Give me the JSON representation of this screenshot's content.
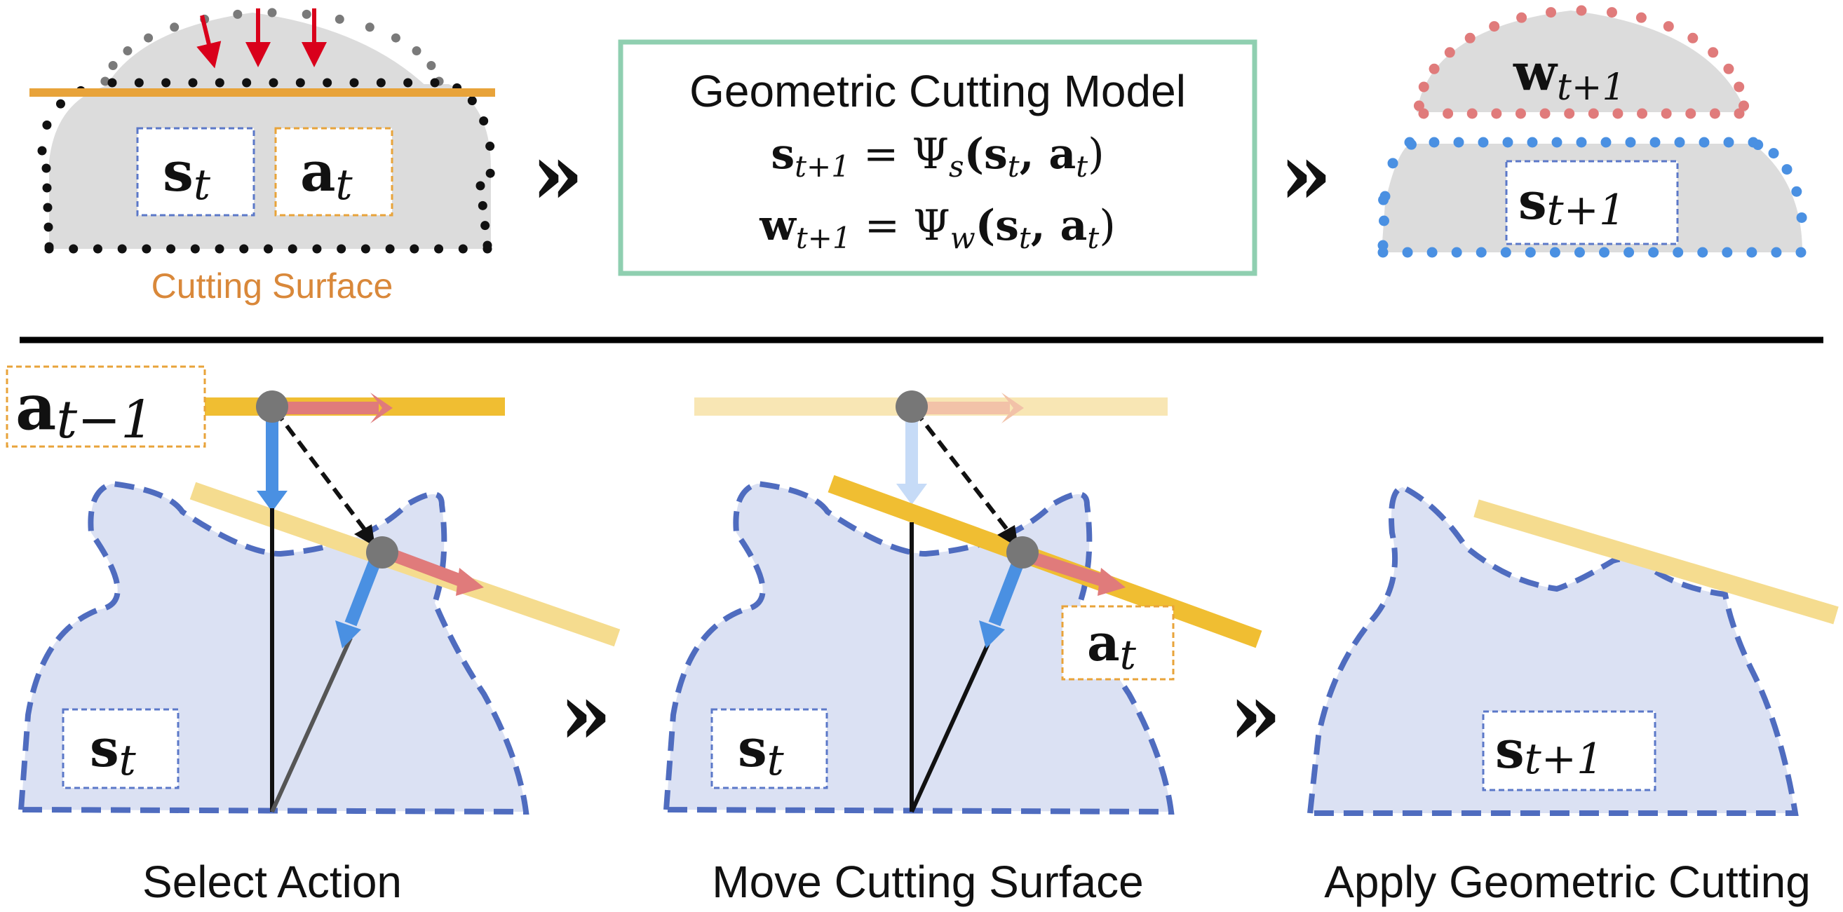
{
  "top": {
    "cutting_surface_label": "Cutting Surface",
    "model_box": {
      "title": "Geometric Cutting Model",
      "eq_s": "s",
      "eq_s_sub": "t+1",
      "eq_s_rhs": " = Ψ",
      "eq_s_psi_sub": "s",
      "eq_s_args": "(s",
      "eq_s_args_sub1": "t",
      "eq_s_args_mid": ",  a",
      "eq_s_args_sub2": "t",
      "eq_s_close": ")",
      "eq_w": "w",
      "eq_w_sub": "t+1",
      "eq_w_rhs": " = Ψ",
      "eq_w_psi_sub": "w",
      "eq_w_args": "(s",
      "eq_w_args_sub1": "t",
      "eq_w_args_mid": ",  a",
      "eq_w_args_sub2": "t",
      "eq_w_close": ")"
    },
    "state_label": "s",
    "state_sub": "t",
    "action_label": "a",
    "action_sub": "t",
    "waste_label": "w",
    "waste_sub": "t+1",
    "next_state_label": "s",
    "next_state_sub": "t+1",
    "arrow_glyph": "»"
  },
  "bottom": {
    "prev_action_label": "a",
    "prev_action_sub": "t−1",
    "panel1_state": "s",
    "panel1_state_sub": "t",
    "panel2_state": "s",
    "panel2_state_sub": "t",
    "panel2_action": "a",
    "panel2_action_sub": "t",
    "panel3_state": "s",
    "panel3_state_sub": "t+1",
    "caption_1": "Select Action",
    "caption_2": "Move Cutting Surface",
    "caption_3": "Apply Geometric Cutting",
    "arrow_glyph": "»"
  },
  "colors": {
    "cut_surface_orange": "#d9883a",
    "cut_line": "#e8a33a",
    "model_box_border": "#8fcfb0",
    "state_box_border": "#5b78c8",
    "action_box_border": "#e8a33a",
    "waste_dots": "#e07b7b",
    "next_state_dots": "#4a90e2",
    "shape_fill": "#dbe1f3",
    "shape_border": "#4f6cbf",
    "gray_fill": "#dcdcdc",
    "red_arrow": "#d9001b",
    "blue_arrow": "#4a90e2",
    "pink_arrow": "#e07b7b"
  }
}
